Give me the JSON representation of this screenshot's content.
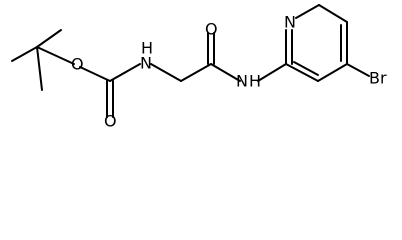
{
  "structure": {
    "atom_labels": {
      "ester_oxygen": "O",
      "carbamate_nh": "N",
      "carbamate_h": "H",
      "carbamate_carbonyl_oxygen": "O",
      "amide_carbonyl_oxygen": "O",
      "amide_nh": "N",
      "amide_h": "H",
      "pyridine_nitrogen": "N",
      "bromine": "Br"
    }
  }
}
